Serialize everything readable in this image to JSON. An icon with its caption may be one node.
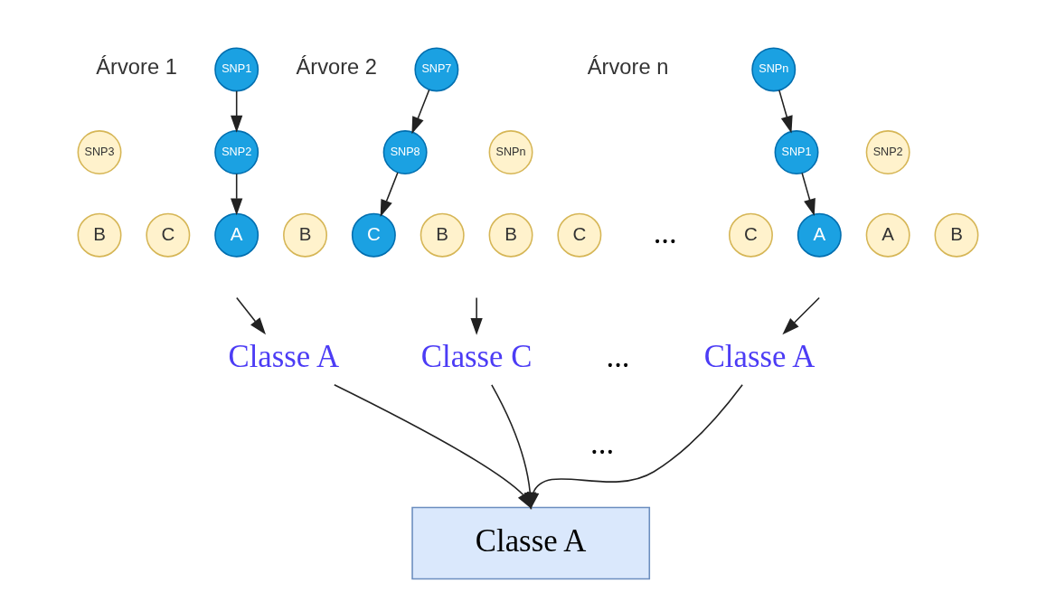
{
  "diagram": {
    "nodes": [
      {
        "text": [
          "SNP1"
        ]
      },
      {
        "text": [
          "SNP3"
        ]
      },
      {
        "text": [
          "SNP2"
        ]
      },
      {
        "text": [
          "B"
        ]
      },
      {
        "text": [
          "C"
        ]
      },
      {
        "text": [
          "A"
        ]
      },
      {
        "text": [
          "B"
        ]
      },
      {
        "text": [
          "SNP7"
        ]
      },
      {
        "text": [
          "SNP8"
        ]
      },
      {
        "text": [
          "SNPn"
        ]
      },
      {
        "text": [
          "C"
        ]
      },
      {
        "text": [
          "B"
        ]
      },
      {
        "text": [
          "B"
        ]
      },
      {
        "text": [
          "C"
        ]
      },
      {
        "text": [
          "SNPn"
        ]
      },
      {
        "text": [
          "SNP1"
        ]
      },
      {
        "text": [
          "SNP2"
        ]
      },
      {
        "text": [
          "C"
        ]
      },
      {
        "text": [
          "A"
        ]
      },
      {
        "text": [
          "A"
        ]
      },
      {
        "text": [
          "B"
        ]
      },
      {
        "text": [
          "Classe A"
        ]
      },
      {
        "text": [
          "Classe C"
        ]
      },
      {
        "text": [
          "Classe A"
        ]
      },
      {
        "text": [
          "Classe A"
        ]
      }
    ],
    "edges": [
      {
        "from": 0,
        "to": 2,
        "arrow": "to"
      },
      {
        "from": 2,
        "to": 5,
        "arrow": "to"
      },
      {
        "from": 7,
        "to": 8,
        "arrow": "to"
      },
      {
        "from": 8,
        "to": 10,
        "arrow": "to"
      },
      {
        "from": 14,
        "to": 15,
        "arrow": "to"
      },
      {
        "from": 15,
        "to": 18,
        "arrow": "to"
      },
      {
        "from": null,
        "to": 21,
        "arrow": "to"
      },
      {
        "from": null,
        "to": 22,
        "arrow": "to"
      },
      {
        "from": null,
        "to": 23,
        "arrow": "to"
      },
      {
        "from": 21,
        "to": 24,
        "arrow": "to"
      },
      {
        "from": 22,
        "to": 24,
        "arrow": "to"
      },
      {
        "from": 23,
        "to": 24,
        "arrow": "to"
      }
    ],
    "labels": [
      "Árvore 1",
      "Árvore 2",
      "Árvore n",
      "...",
      "...",
      "..."
    ]
  }
}
